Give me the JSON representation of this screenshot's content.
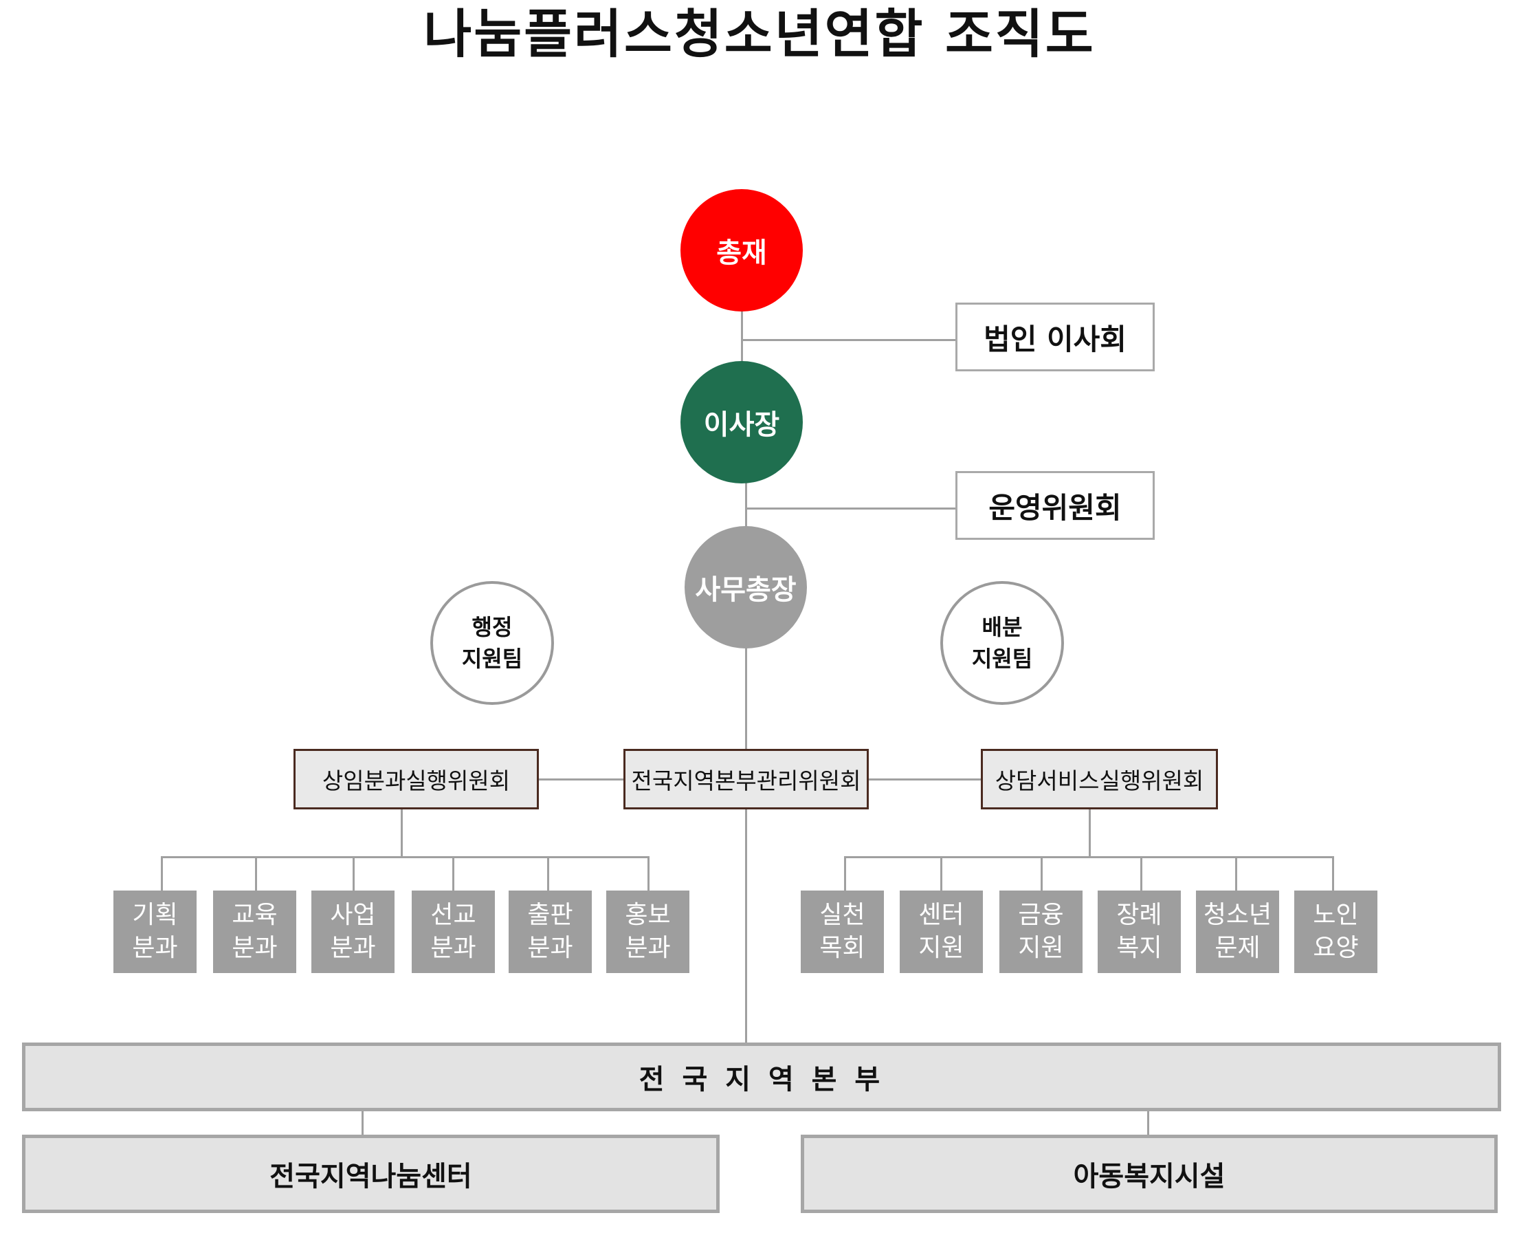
{
  "title": "나눔플러스청소년연합  조직도",
  "top": {
    "president": "총재",
    "chairman": "이사장",
    "secretary_general": "사무총장"
  },
  "side_boxes": {
    "board": "법인  이사회",
    "steering": "운영위원회"
  },
  "support_teams": {
    "admin": {
      "line1": "행정",
      "line2": "지원팀"
    },
    "distribution": {
      "line1": "배분",
      "line2": "지원팀"
    }
  },
  "committees": {
    "left": "상임분과실행위원회",
    "center": "전국지역본부관리위원회",
    "right": "상담서비스실행위원회"
  },
  "left_divisions": [
    {
      "line1": "기획",
      "line2": "분과"
    },
    {
      "line1": "교육",
      "line2": "분과"
    },
    {
      "line1": "사업",
      "line2": "분과"
    },
    {
      "line1": "선교",
      "line2": "분과"
    },
    {
      "line1": "출판",
      "line2": "분과"
    },
    {
      "line1": "홍보",
      "line2": "분과"
    }
  ],
  "right_divisions": [
    {
      "line1": "실천",
      "line2": "목회"
    },
    {
      "line1": "센터",
      "line2": "지원"
    },
    {
      "line1": "금융",
      "line2": "지원"
    },
    {
      "line1": "장례",
      "line2": "복지"
    },
    {
      "line1": "청소년",
      "line2": "문제"
    },
    {
      "line1": "노인",
      "line2": "요양"
    }
  ],
  "regional_hq": "전 국 지 역 본 부",
  "bottom": {
    "left": "전국지역나눔센터",
    "right": "아동복지시설"
  },
  "colors": {
    "president": "#ff0000",
    "chairman": "#1f6f4f",
    "secretary_general": "#9e9e9e",
    "committee_border": "#4a2a20"
  }
}
